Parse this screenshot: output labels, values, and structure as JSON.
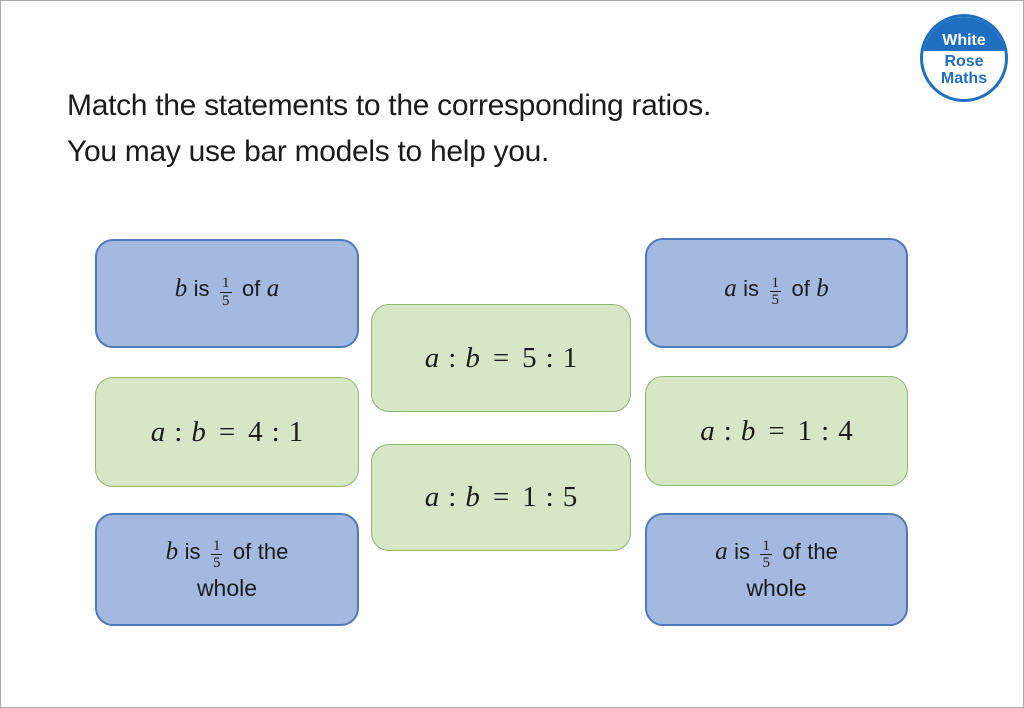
{
  "title": {
    "line1": "Match the statements to the corresponding ratios.",
    "line2": "You may use bar models to help you."
  },
  "logo": {
    "line1": "White",
    "line2": "Rose",
    "line3": "Maths"
  },
  "colors": {
    "blue_fill": "#a4b9e0",
    "blue_border": "#4e79ba",
    "green_fill": "#d6e7c6",
    "green_border": "#92b577",
    "logo_blue": "#1e6fc0",
    "text": "#1b1b1b"
  },
  "cards": {
    "b_fifth_of_a": {
      "var": "b",
      "is": "is",
      "num": "1",
      "den": "5",
      "of": "of",
      "tail_var": "a",
      "tail_word": "",
      "line2": ""
    },
    "ratio_4_1": {
      "var1": "a",
      "sep1": ":",
      "var2": "b",
      "eq": "=",
      "val1": "4",
      "sep2": ":",
      "val2": "1"
    },
    "b_fifth_whole": {
      "var": "b",
      "is": "is",
      "num": "1",
      "den": "5",
      "of": "of",
      "tail_var": "",
      "tail_word": "the",
      "line2": "whole"
    },
    "ratio_5_1": {
      "var1": "a",
      "sep1": ":",
      "var2": "b",
      "eq": "=",
      "val1": "5",
      "sep2": ":",
      "val2": "1"
    },
    "ratio_1_5": {
      "var1": "a",
      "sep1": ":",
      "var2": "b",
      "eq": "=",
      "val1": "1",
      "sep2": ":",
      "val2": "5"
    },
    "a_fifth_of_b": {
      "var": "a",
      "is": "is",
      "num": "1",
      "den": "5",
      "of": "of",
      "tail_var": "b",
      "tail_word": "",
      "line2": ""
    },
    "ratio_1_4": {
      "var1": "a",
      "sep1": ":",
      "var2": "b",
      "eq": "=",
      "val1": "1",
      "sep2": ":",
      "val2": "4"
    },
    "a_fifth_whole": {
      "var": "a",
      "is": "is",
      "num": "1",
      "den": "5",
      "of": "of",
      "tail_var": "",
      "tail_word": "the",
      "line2": "whole"
    }
  }
}
